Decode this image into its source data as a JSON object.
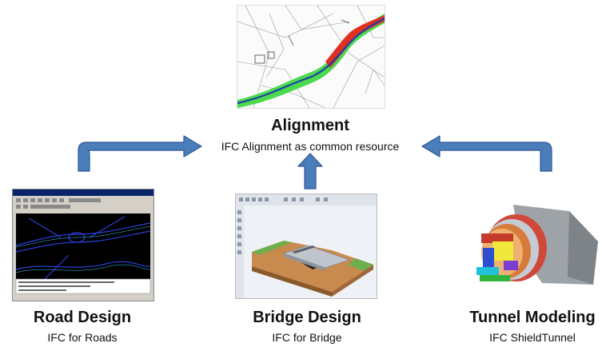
{
  "alignment": {
    "title": "Alignment",
    "subtitle": "IFC Alignment as common resource"
  },
  "road": {
    "title": "Road Design",
    "subtitle": "IFC for Roads"
  },
  "bridge": {
    "title": "Bridge Design",
    "subtitle": "IFC for Bridge"
  },
  "tunnel": {
    "title": "Tunnel Modeling",
    "subtitle": "IFC ShieldTunnel"
  },
  "colors": {
    "arrow_fill": "#4a7ebb",
    "arrow_stroke": "#2f5597",
    "road_bg": "#000000",
    "alignment_red": "#e03020",
    "alignment_blue": "#1f3fa8",
    "alignment_green": "#3ddc3d"
  }
}
